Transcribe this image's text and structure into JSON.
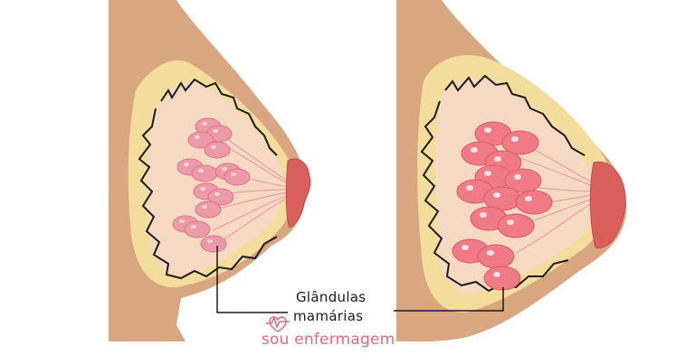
{
  "diagram": {
    "label": {
      "line1": "Glândulas",
      "line2": "mamárias"
    },
    "watermark": {
      "text": "sou enfermagem"
    }
  },
  "colors": {
    "skin": "#d9a77f",
    "fat": "#f3dd9c",
    "tissue": "#f5d9c2",
    "gland_small": "#ec9aa8",
    "gland_large": "#f07a86",
    "nipple": "#d95e5c",
    "watermark": "#e0506a"
  },
  "icons": [
    "heart-icon"
  ]
}
